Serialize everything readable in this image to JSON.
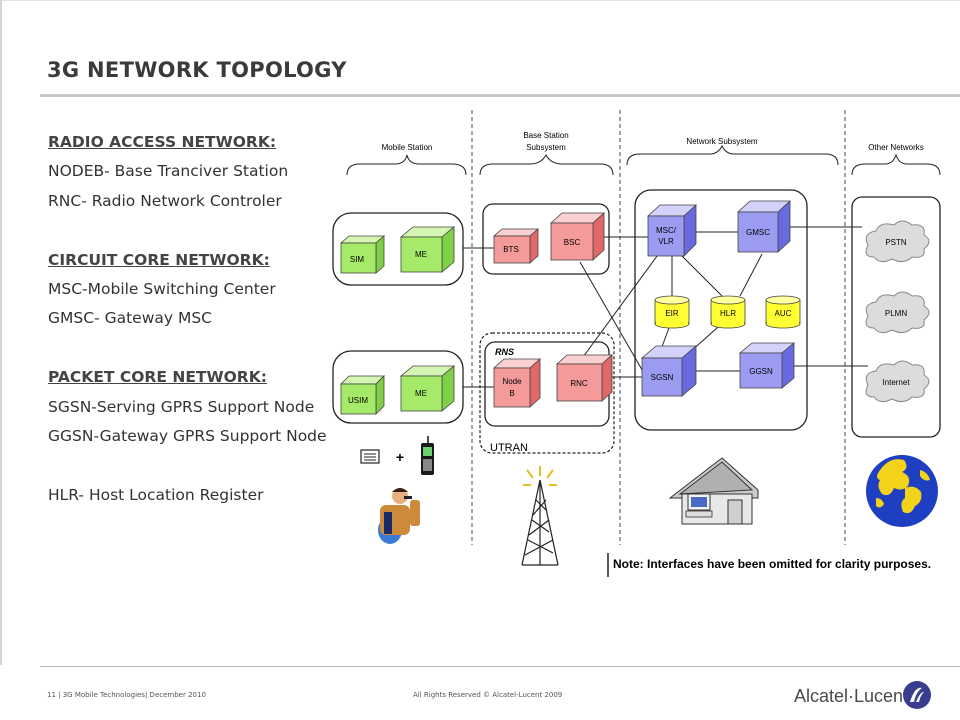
{
  "page": {
    "title": "3G NETWORK TOPOLOGY"
  },
  "legend": {
    "ran_header": "RADIO ACCESS NETWORK:",
    "nodeb": "NODEB- Base Tranciver Station",
    "rnc": "RNC- Radio Network Controler",
    "cs_header": "CIRCUIT CORE NETWORK:",
    "msc": "MSC-Mobile Switching Center",
    "gmsc": "GMSC- Gateway MSC",
    "ps_header": "PACKET CORE NETWORK:",
    "sgsn": "SGSN-Serving GPRS Support Node",
    "ggsn": "GGSN-Gateway GPRS Support Node",
    "hlr": "HLR- Host Location Register"
  },
  "diagram": {
    "sections": {
      "mobile_station": "Mobile Station",
      "bss_line1": "Base Station",
      "bss_line2": "Subsystem",
      "network_subsystem": "Network Subsystem",
      "other_networks": "Other Networks"
    },
    "nodes": {
      "sim": "SIM",
      "me_top": "ME",
      "usim": "USIM",
      "me_bottom": "ME",
      "bts": "BTS",
      "bsc": "BSC",
      "nodeb_line1": "Node",
      "nodeb_line2": "B",
      "rnc": "RNC",
      "rns": "RNS",
      "utran": "UTRAN",
      "msc_line1": "MSC/",
      "msc_line2": "VLR",
      "gmsc": "GMSC",
      "eir": "EIR",
      "hlr": "HLR",
      "auc": "AUC",
      "sgsn": "SGSN",
      "ggsn": "GGSN",
      "pstn": "PSTN",
      "plmn": "PLMN",
      "internet": "Internet"
    },
    "note": "Note: Interfaces have been omitted for clarity purposes.",
    "plus_sign": "+",
    "colors": {
      "green": "#a6ea6a",
      "red": "#f49a9a",
      "blue": "#9b9bf2",
      "yellow": "#ffff33"
    }
  },
  "footer": {
    "left": "11 | 3G Mobile Technologies| December 2010",
    "center": "All Rights Reserved © Alcatel-Lucent 2009",
    "brand": "Alcatel·Lucent"
  }
}
